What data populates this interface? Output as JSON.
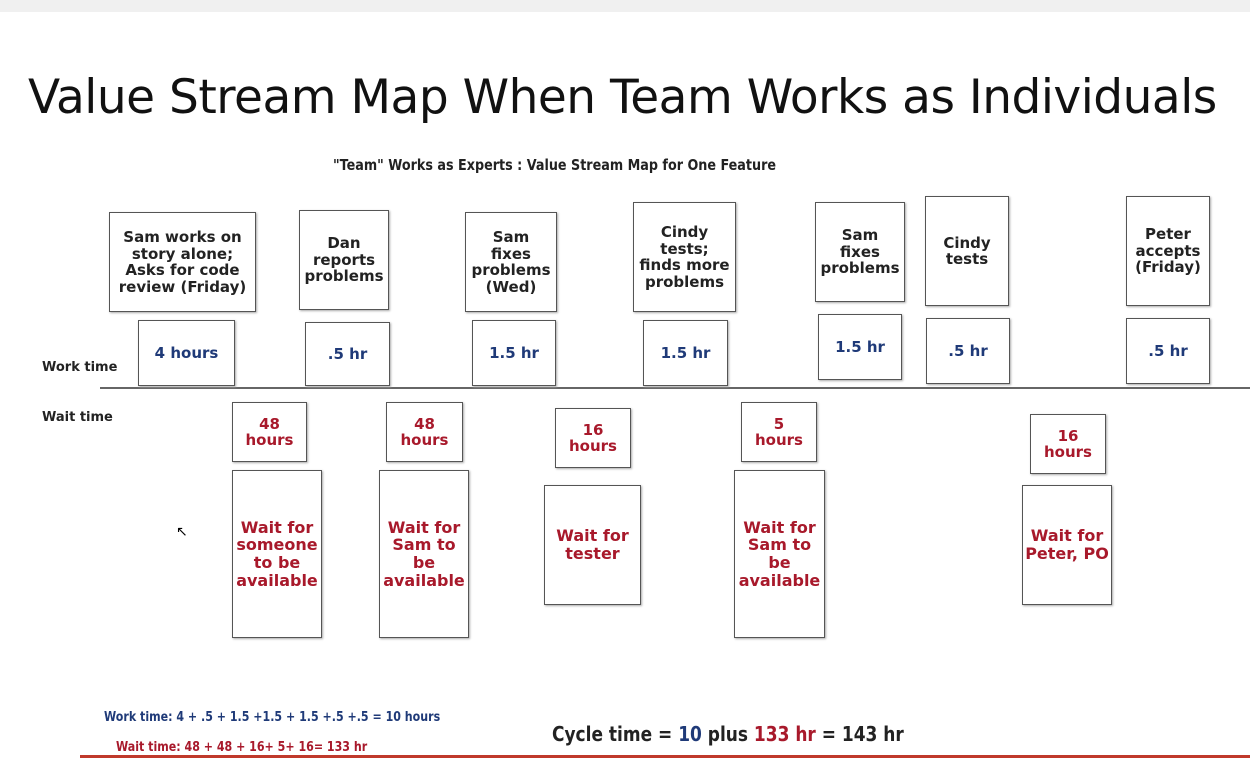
{
  "title": "Value Stream Map When Team Works as Individuals",
  "subtitle": "\"Team\" Works as Experts : Value Stream Map for One Feature",
  "row_labels": {
    "work": "Work time",
    "wait": "Wait time"
  },
  "steps": [
    {
      "activity": "Sam works on\nstory alone;\nAsks for code\nreview (Friday)",
      "work": "4 hours"
    },
    {
      "activity": "Dan\nreports\nproblems",
      "work": ".5 hr"
    },
    {
      "activity": "Sam\nfixes\nproblems\n(Wed)",
      "work": "1.5 hr"
    },
    {
      "activity": "Cindy\ntests;\nfinds more\nproblems",
      "work": "1.5 hr"
    },
    {
      "activity": "Sam\nfixes\nproblems",
      "work": "1.5 hr"
    },
    {
      "activity": "Cindy\ntests",
      "work": ".5 hr"
    },
    {
      "activity": "Peter\naccepts\n(Friday)",
      "work": ".5 hr"
    }
  ],
  "waits": [
    {
      "hours": "48\nhours",
      "reason": "Wait for\nsomeone\nto be\navailable"
    },
    {
      "hours": "48\nhours",
      "reason": "Wait for\nSam to\nbe\navailable"
    },
    {
      "hours": "16\nhours",
      "reason": "Wait for\ntester"
    },
    {
      "hours": "5\nhours",
      "reason": "Wait for\nSam to\nbe\navailable"
    },
    {
      "hours": "16\nhours",
      "reason": "Wait for\nPeter, PO"
    }
  ],
  "footer": {
    "work_sum": "Work time: 4 + .5 + 1.5 +1.5 + 1.5 +.5 +.5 = 10 hours",
    "wait_sum": "Wait time: 48 + 48 + 16+ 5+ 16= 133 hr",
    "cycle_a": "Cycle time = ",
    "cycle_b": "10",
    "cycle_c": " plus ",
    "cycle_d": "133 hr",
    "cycle_e": " = 143 hr"
  }
}
